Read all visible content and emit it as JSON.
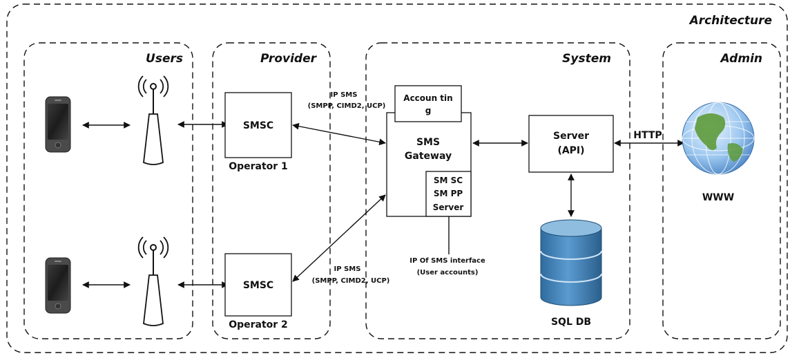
{
  "regions": {
    "architecture": "Architecture",
    "users": "Users",
    "provider": "Provider",
    "system": "System",
    "admin": "Admin"
  },
  "provider": {
    "smsc_1": "SMSC",
    "operator_1": "Operator 1",
    "smsc_2": "SMSC",
    "operator_2": "Operator 2"
  },
  "links": {
    "ip_sms_top_line1": "IP SMS",
    "ip_sms_top_line2": "(SMPP, CIMD2, UCP)",
    "ip_sms_bottom_line1": "IP SMS",
    "ip_sms_bottom_line2": "(SMPP, CIMD2, UCP)",
    "http": "HTTP",
    "ip_of_sms_line1": "IP Of SMS interface",
    "ip_of_sms_line2": "(User accounts)"
  },
  "system": {
    "accounting_line1": "Accoun tin",
    "accounting_line2": "g",
    "gateway_line1": "SMS",
    "gateway_line2": "Gateway",
    "smsc_server_line1": "SM SC",
    "smsc_server_line2": "SM PP",
    "smsc_server_line3": "Server",
    "server_line1": "Server",
    "server_line2": "(API)",
    "database": "SQL DB"
  },
  "admin": {
    "www": "WWW"
  },
  "icons": [
    "smartphone-icon",
    "cell-tower-icon",
    "database-icon",
    "globe-icon"
  ],
  "colors": {
    "database_fill": "#4a86b8",
    "database_top": "#8fbde0",
    "globe_ocean": "#6aa7e8",
    "globe_land": "#5d9a3a",
    "phone_body": "#555555"
  }
}
